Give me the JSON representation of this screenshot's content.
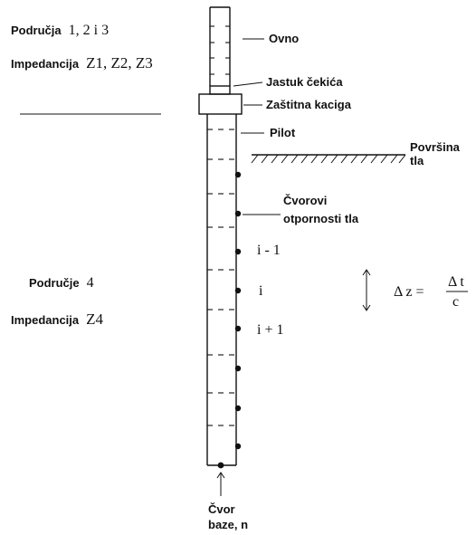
{
  "labels": {
    "zones_123_prefix": "Područja",
    "zones_123_nums": "1, 2 i 3",
    "impedance_123_prefix": "Impedancija",
    "impedance_123_symbols": "Z1, Z2, Z3",
    "ram": "Ovno",
    "hammer_cushion": "Jastuk čekića",
    "helmet": "Zaštitna kaciga",
    "pile": "Pilot",
    "ground_surface_line1": "Površina",
    "ground_surface_line2": "tla",
    "soil_nodes_line1": "Čvorovi",
    "soil_nodes_line2": "otpornosti tla",
    "node_i_minus_1": "i - 1",
    "node_i": "i",
    "node_i_plus_1": "i + 1",
    "zone_4_prefix": "Područje",
    "zone_4_num": "4",
    "impedance_4_prefix": "Impedancija",
    "impedance_4_symbol": "Z4",
    "delta_z_lhs": "Δ z =",
    "delta_t": "Δ t",
    "delta_c": "c",
    "base_node_line1": "Čvor",
    "base_node_line2": "baze, n"
  }
}
